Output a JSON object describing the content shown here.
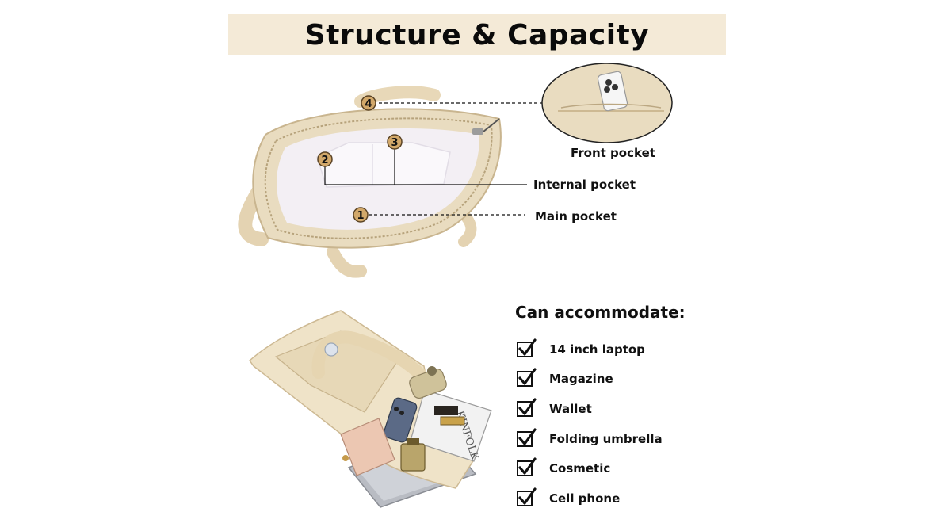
{
  "title": "Structure & Capacity",
  "structure_labels": {
    "front_pocket": "Front pocket",
    "internal_pocket": "Internal pocket",
    "main_pocket": "Main pocket"
  },
  "markers": [
    "1",
    "2",
    "3",
    "4"
  ],
  "accommodate": {
    "heading": "Can accommodate:",
    "items": [
      {
        "label": "14 inch laptop"
      },
      {
        "label": "Magazine"
      },
      {
        "label": "Wallet"
      },
      {
        "label": "Folding umbrella"
      },
      {
        "label": "Cosmetic"
      },
      {
        "label": "Cell phone"
      }
    ]
  },
  "items_in_bag_text": "KINFOLK",
  "colors": {
    "title_band": "#f4ead7",
    "canvas": "#e9dcc0",
    "lining": "#f3eff4",
    "marker": "#d2a86a"
  }
}
